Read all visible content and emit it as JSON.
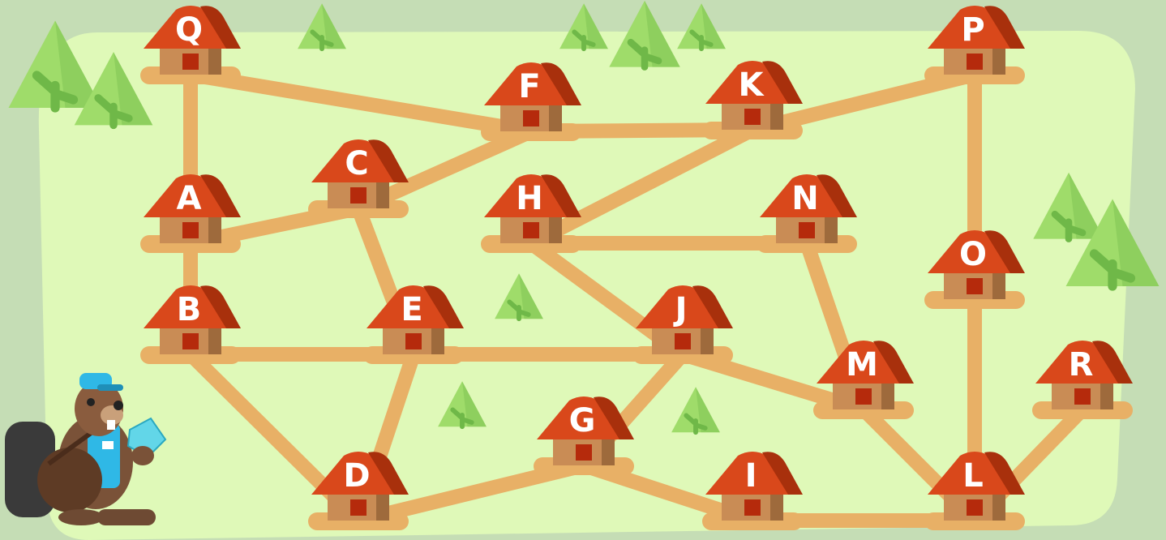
{
  "colors": {
    "background": "#c5ddb5",
    "field": "#dff9b8",
    "road": "#e8b066",
    "roof": "#d9481b",
    "roof_shade": "#a8300c",
    "wall": "#c98c55",
    "wall_dark": "#9e6a3c",
    "door": "#b52a0c",
    "tree_light": "#9fdc6a",
    "tree_dark": "#6fb848"
  },
  "houses": [
    {
      "id": "Q",
      "label": "Q"
    },
    {
      "id": "F",
      "label": "F"
    },
    {
      "id": "K",
      "label": "K"
    },
    {
      "id": "P",
      "label": "P"
    },
    {
      "id": "C",
      "label": "C"
    },
    {
      "id": "A",
      "label": "A"
    },
    {
      "id": "H",
      "label": "H"
    },
    {
      "id": "N",
      "label": "N"
    },
    {
      "id": "O",
      "label": "O"
    },
    {
      "id": "B",
      "label": "B"
    },
    {
      "id": "E",
      "label": "E"
    },
    {
      "id": "J",
      "label": "J"
    },
    {
      "id": "M",
      "label": "M"
    },
    {
      "id": "R",
      "label": "R"
    },
    {
      "id": "G",
      "label": "G"
    },
    {
      "id": "D",
      "label": "D"
    },
    {
      "id": "I",
      "label": "I"
    },
    {
      "id": "L",
      "label": "L"
    }
  ],
  "roads": [
    [
      "Q",
      "F"
    ],
    [
      "Q",
      "A"
    ],
    [
      "F",
      "K"
    ],
    [
      "F",
      "C"
    ],
    [
      "K",
      "P"
    ],
    [
      "K",
      "H"
    ],
    [
      "C",
      "A"
    ],
    [
      "C",
      "E"
    ],
    [
      "A",
      "B"
    ],
    [
      "B",
      "E"
    ],
    [
      "B",
      "D"
    ],
    [
      "E",
      "J"
    ],
    [
      "E",
      "D"
    ],
    [
      "H",
      "N"
    ],
    [
      "H",
      "J"
    ],
    [
      "N",
      "M"
    ],
    [
      "J",
      "M"
    ],
    [
      "J",
      "G"
    ],
    [
      "G",
      "D"
    ],
    [
      "G",
      "I"
    ],
    [
      "I",
      "L"
    ],
    [
      "M",
      "L"
    ],
    [
      "P",
      "O"
    ],
    [
      "O",
      "L"
    ],
    [
      "R",
      "L"
    ]
  ],
  "character": {
    "name": "beaver-courier",
    "icon": "beaver-mascot-icon"
  }
}
